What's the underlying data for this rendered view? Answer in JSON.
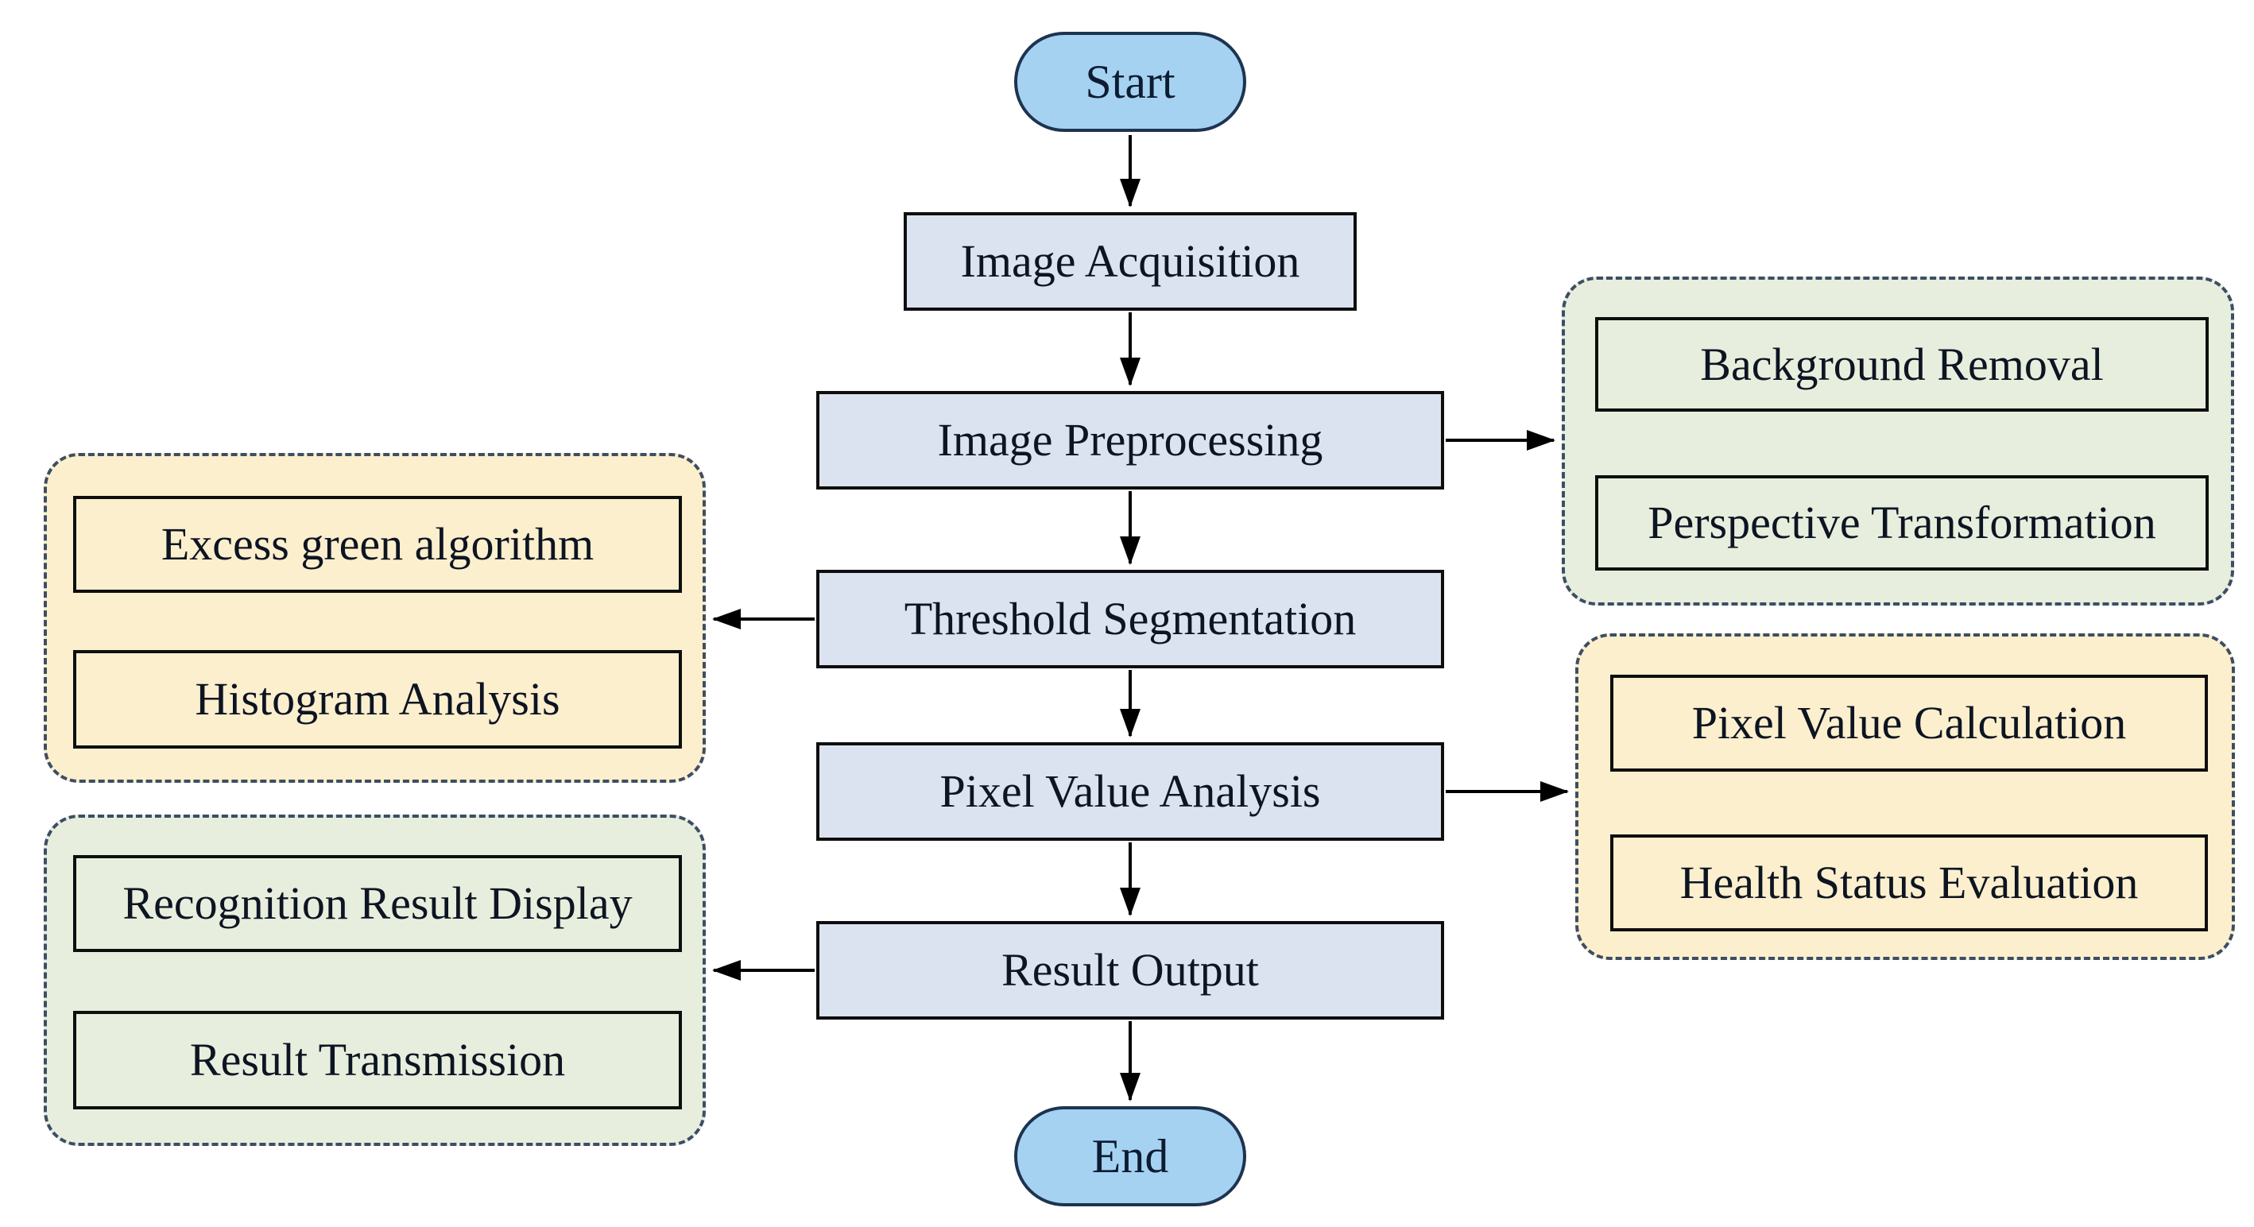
{
  "diagram": {
    "type": "flowchart",
    "nodes": {
      "start": {
        "label": "Start",
        "shape": "terminal"
      },
      "image_acquisition": {
        "label": "Image Acquisition",
        "shape": "process"
      },
      "image_preprocessing": {
        "label": "Image Preprocessing",
        "shape": "process"
      },
      "threshold_segmentation": {
        "label": "Threshold Segmentation",
        "shape": "process"
      },
      "pixel_value_analysis": {
        "label": "Pixel Value Analysis",
        "shape": "process"
      },
      "result_output": {
        "label": "Result Output",
        "shape": "process"
      },
      "end": {
        "label": "End",
        "shape": "terminal"
      },
      "background_removal": {
        "label": "Background Removal",
        "shape": "sub-green"
      },
      "perspective_transformation": {
        "label": "Perspective Transformation",
        "shape": "sub-green"
      },
      "excess_green_algorithm": {
        "label": "Excess green algorithm",
        "shape": "sub-yellow"
      },
      "histogram_analysis": {
        "label": "Histogram Analysis",
        "shape": "sub-yellow"
      },
      "pixel_value_calculation": {
        "label": "Pixel Value Calculation",
        "shape": "sub-yellow"
      },
      "health_status_evaluation": {
        "label": "Health Status Evaluation",
        "shape": "sub-yellow"
      },
      "recognition_result_display": {
        "label": "Recognition Result Display",
        "shape": "sub-green"
      },
      "result_transmission": {
        "label": "Result Transmission",
        "shape": "sub-green"
      }
    },
    "groups": [
      {
        "id": "preprocessing_detail",
        "style": "green-dashed",
        "position": "top-right",
        "members": [
          "background_removal",
          "perspective_transformation"
        ]
      },
      {
        "id": "segmentation_detail",
        "style": "yellow-dashed",
        "position": "middle-left",
        "members": [
          "excess_green_algorithm",
          "histogram_analysis"
        ]
      },
      {
        "id": "analysis_detail",
        "style": "yellow-dashed",
        "position": "middle-right",
        "members": [
          "pixel_value_calculation",
          "health_status_evaluation"
        ]
      },
      {
        "id": "output_detail",
        "style": "green-dashed",
        "position": "bottom-left",
        "members": [
          "recognition_result_display",
          "result_transmission"
        ]
      }
    ],
    "edges": [
      {
        "from": "start",
        "to": "image_acquisition"
      },
      {
        "from": "image_acquisition",
        "to": "image_preprocessing"
      },
      {
        "from": "image_preprocessing",
        "to": "threshold_segmentation"
      },
      {
        "from": "threshold_segmentation",
        "to": "pixel_value_analysis"
      },
      {
        "from": "pixel_value_analysis",
        "to": "result_output"
      },
      {
        "from": "result_output",
        "to": "end"
      },
      {
        "from": "image_preprocessing",
        "to": "preprocessing_detail",
        "direction": "right"
      },
      {
        "from": "background_removal",
        "to": "perspective_transformation"
      },
      {
        "from": "threshold_segmentation",
        "to": "segmentation_detail",
        "direction": "left"
      },
      {
        "from": "excess_green_algorithm",
        "to": "histogram_analysis"
      },
      {
        "from": "pixel_value_analysis",
        "to": "analysis_detail",
        "direction": "right"
      },
      {
        "from": "pixel_value_calculation",
        "to": "health_status_evaluation"
      },
      {
        "from": "result_output",
        "to": "output_detail",
        "direction": "left"
      },
      {
        "from": "recognition_result_display",
        "to": "result_transmission"
      }
    ],
    "colors": {
      "terminal_fill": "#a6d2f1",
      "terminal_border": "#1d3450",
      "process_fill": "#dce3f0",
      "process_border": "#0e0e0e",
      "green_fill": "#e7eedd",
      "yellow_fill": "#fcefcd",
      "group_dashed_border": "#3d4d66",
      "arrow": "#000000",
      "background": "#ffffff"
    }
  }
}
